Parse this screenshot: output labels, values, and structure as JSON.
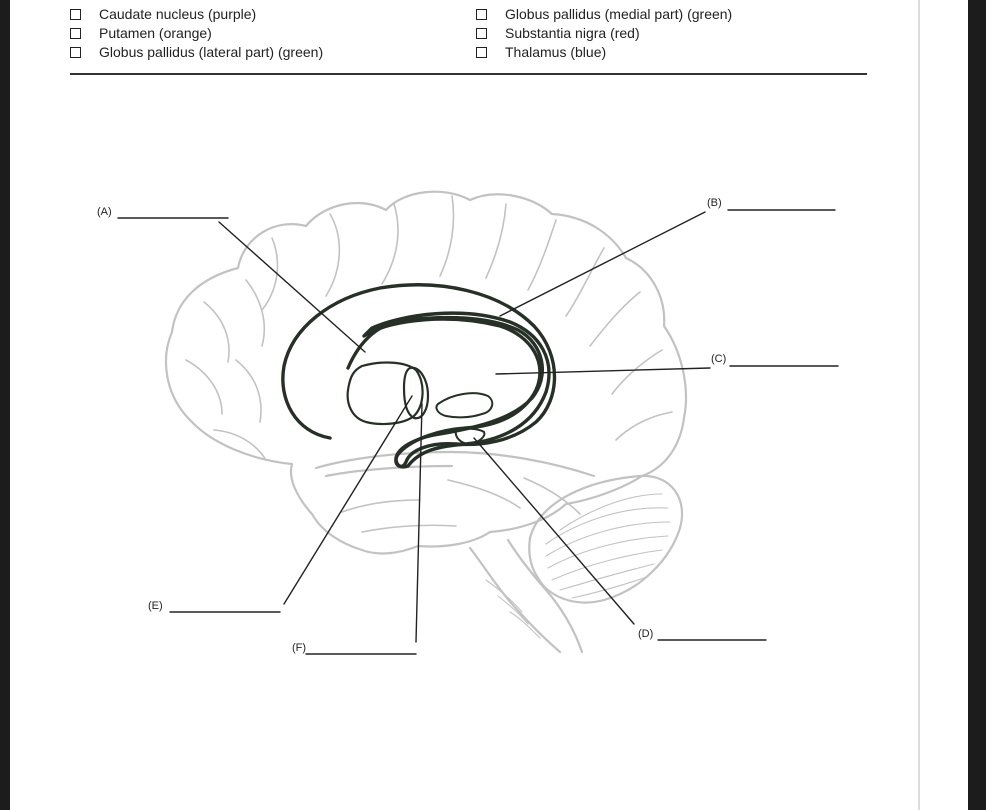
{
  "checklist": {
    "left": [
      "Caudate nucleus (purple)",
      "Putamen (orange)",
      "Globus pallidus (lateral part) (green)"
    ],
    "right": [
      "Globus pallidus (medial part) (green)",
      "Substantia nigra (red)",
      "Thalamus (blue)"
    ]
  },
  "labels": {
    "a": "(A)",
    "b": "(B)",
    "c": "(C)",
    "d": "(D)",
    "e": "(E)",
    "f": "(F)"
  },
  "colors": {
    "brain_outline": "#c2c2c2",
    "basal_ganglia_outline": "#263026",
    "leader_lines": "#222222"
  }
}
